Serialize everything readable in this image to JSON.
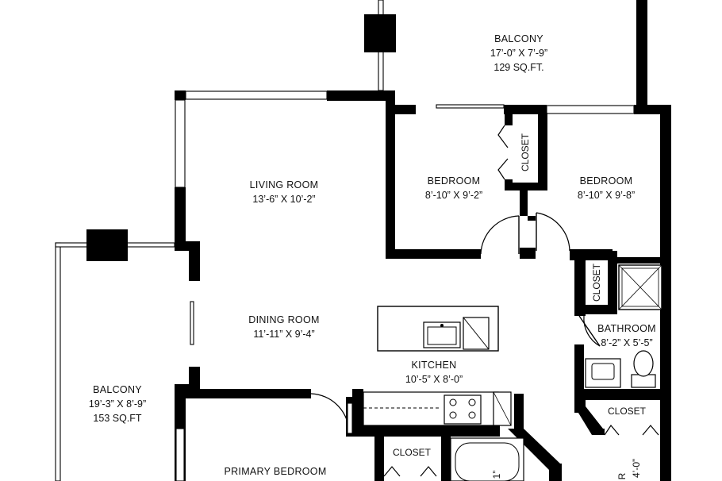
{
  "rooms": {
    "balcony_top": {
      "name": "BALCONY",
      "dims": "17’-0” X 7’-9”",
      "area": "129 SQ.FT."
    },
    "living_room": {
      "name": "LIVING ROOM",
      "dims": "13’-6” X 10’-2”"
    },
    "bedroom_center": {
      "name": "BEDROOM",
      "dims": "8’-10” X 9’-2”"
    },
    "bedroom_right": {
      "name": "BEDROOM",
      "dims": "8’-10” X 9’-8”"
    },
    "closet_a": {
      "name": "CLOSET"
    },
    "closet_b": {
      "name": "CLOSET"
    },
    "dining_room": {
      "name": "DINING ROOM",
      "dims": "11’-11” X 9’-4”"
    },
    "bathroom": {
      "name": "BATHROOM",
      "dims": "8’-2” X 5’-5”"
    },
    "kitchen": {
      "name": "KITCHEN",
      "dims": "10’-5” X 8’-0”"
    },
    "balcony_left": {
      "name": "BALCONY",
      "dims": "19’-3” X 8’-9”",
      "area": "153 SQ.FT"
    },
    "closet_c": {
      "name": "CLOSET"
    },
    "closet_d": {
      "name": "CLOSET"
    },
    "primary_bedroom": {
      "name": "PRIMARY BEDROOM"
    }
  },
  "partial_labels": {
    "bath_fragment": "1”",
    "right_fragment_a": "R",
    "right_fragment_b": "4’-0”"
  }
}
